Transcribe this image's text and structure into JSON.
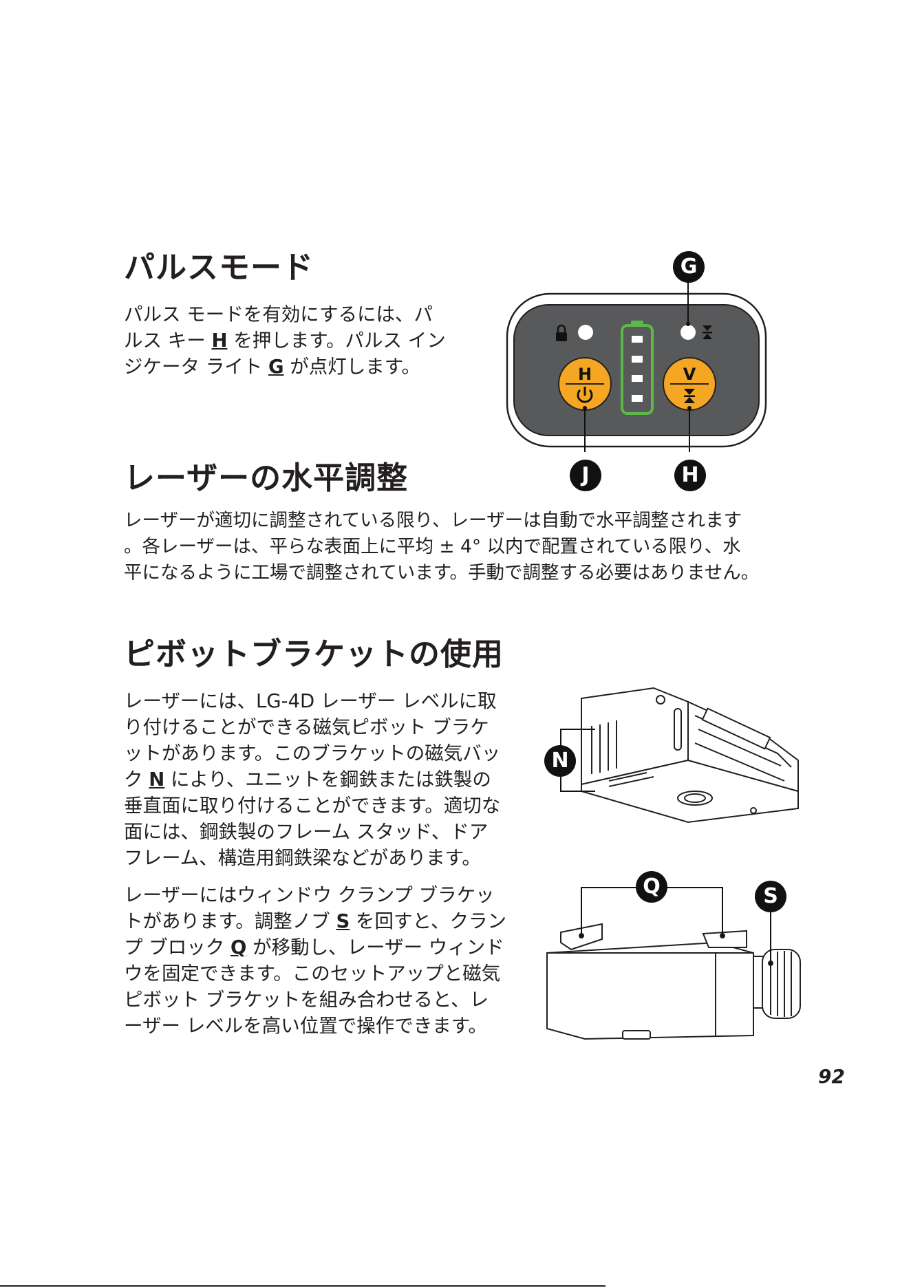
{
  "pulse": {
    "heading": "パルスモード",
    "line1": "パルス モードを有効にするには、パ",
    "line2_a": "ルス キー ",
    "key_h": "H",
    "line2_b": " を押します。パルス イン",
    "line3_a": "ジケータ ライト ",
    "key_g": "G",
    "line3_b": " が点灯します。"
  },
  "panel": {
    "callout_g": "G",
    "callout_j": "J",
    "callout_h": "H",
    "button_h": "H",
    "button_v": "V",
    "colors": {
      "panel": "#58595b",
      "orange": "#f5a623",
      "green": "#5bb946"
    }
  },
  "leveling": {
    "heading": "レーザーの水平調整",
    "line1": "レーザーが適切に調整されている限り、レーザーは自動で水平調整されます",
    "line2": "。各レーザーは、平らな表面上に平均 ± 4° 以内で配置されている限り、水",
    "line3": "平になるように工場で調整されています。手動で調整する必要はありません。"
  },
  "bracket": {
    "heading": "ピボットブラケットの使用",
    "p1_line1": "レーザーには、LG-4D レーザー レベルに取",
    "p1_line2": "り付けることができる磁気ピボット ブラケ",
    "p1_line3": "ットがあります。このブラケットの磁気バッ",
    "p1_line4_a": "ク ",
    "key_n": "N",
    "p1_line4_b": " により、ユニットを鋼鉄または鉄製の",
    "p1_line5": "垂直面に取り付けることができます。適切な",
    "p1_line6": "面には、鋼鉄製のフレーム スタッド、ドア",
    "p1_line7": "フレーム、構造用鋼鉄梁などがあります。",
    "p2_line1": "レーザーにはウィンドウ クランプ ブラケッ",
    "p2_line2_a": "トがあります。調整ノブ ",
    "key_s": "S",
    "p2_line2_b": " を回すと、クラン",
    "p2_line3_a": "プ ブロック ",
    "key_q": "Q",
    "p2_line3_b": " が移動し、レーザー ウィンド",
    "p2_line4": "ウを固定できます。このセットアップと磁気",
    "p2_line5": "ピボット ブラケットを組み合わせると、レ",
    "p2_line6": "ーザー レベルを高い位置で操作できます。",
    "callout_n": "N",
    "callout_q": "Q",
    "callout_s": "S"
  },
  "page_number": "92"
}
